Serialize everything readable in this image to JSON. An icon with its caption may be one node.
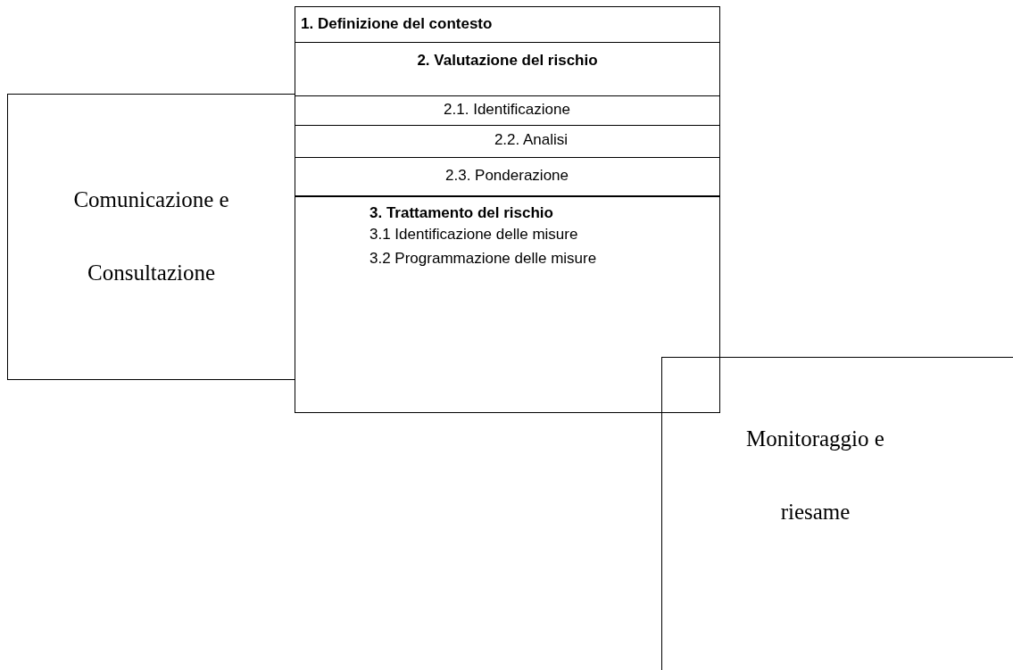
{
  "diagram": {
    "nodes": [
      {
        "text": [
          "1. Definizione del contesto"
        ]
      },
      {
        "text": [
          "2. Valutazione del rischio"
        ]
      },
      {
        "text": [
          "2.1. Identificazione"
        ],
        "in": 1
      },
      {
        "text": [
          "2.2. Analisi"
        ],
        "in": 1
      },
      {
        "text": [
          "2.3. Ponderazione"
        ],
        "in": 1
      },
      {
        "text": [
          "3. Trattamento del rischio",
          "3.1 Identificazione delle misure",
          "3.2 Programmazione delle misure"
        ]
      },
      {
        "text": [
          "Comunicazione e Consultazione"
        ]
      },
      {
        "text": [
          "Monitoraggio e riesame"
        ]
      }
    ]
  }
}
